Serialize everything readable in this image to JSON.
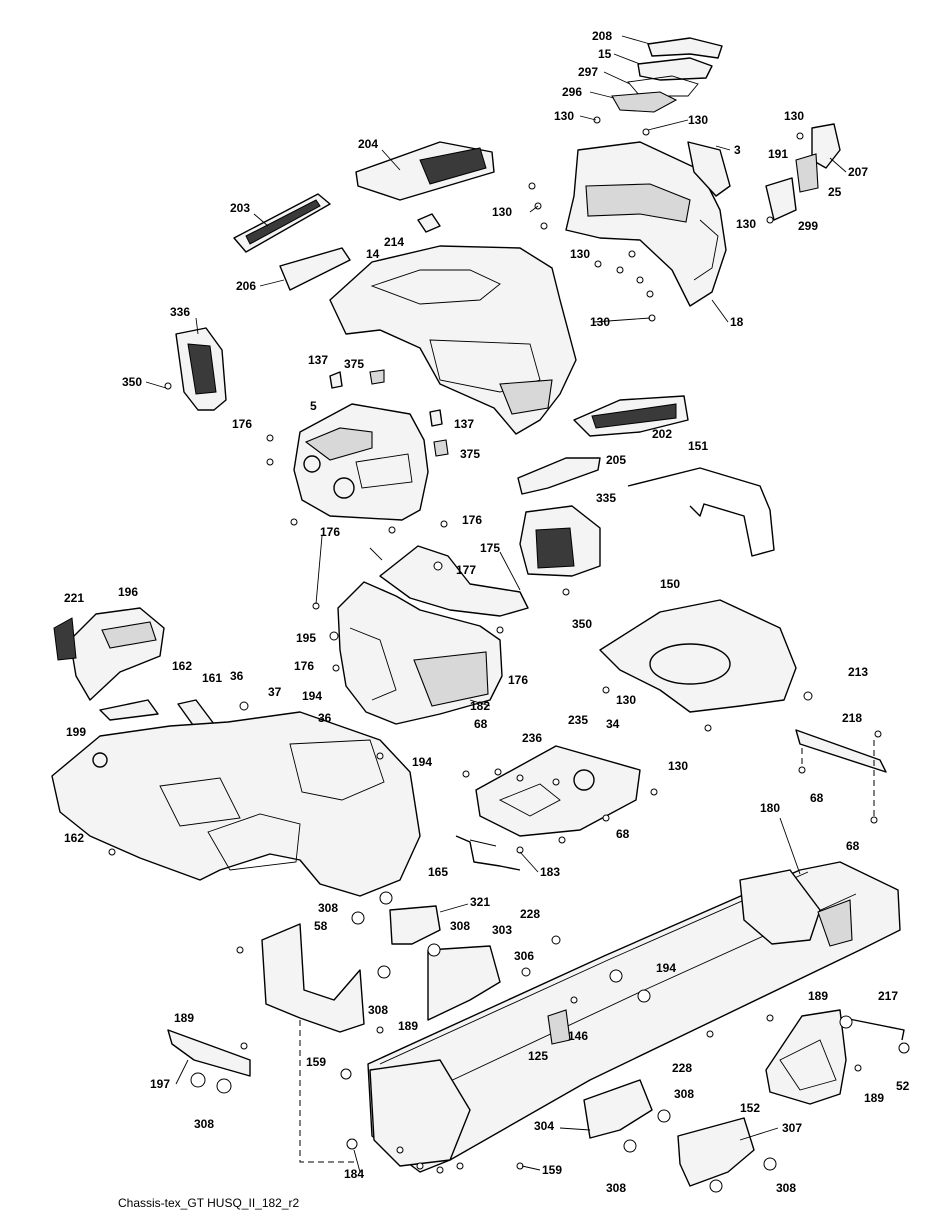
{
  "diagram": {
    "caption": "Chassis-tex_GT HUSQ_II_182_r2",
    "callouts": {
      "c208": "208",
      "c15": "15",
      "c297": "297",
      "c296": "296",
      "c130a": "130",
      "c130b": "130",
      "c130c": "130",
      "c130d": "130",
      "c130e": "130",
      "c130f": "130",
      "c130g": "130",
      "c130h": "130",
      "c130i": "130",
      "c3": "3",
      "c191": "191",
      "c207": "207",
      "c25": "25",
      "c299": "299",
      "c204": "204",
      "c203": "203",
      "c214": "214",
      "c14": "14",
      "c206": "206",
      "c18": "18",
      "c336": "336",
      "c350a": "350",
      "c350b": "350",
      "c137a": "137",
      "c137b": "137",
      "c375a": "375",
      "c375b": "375",
      "c5": "5",
      "c176a": "176",
      "c176b": "176",
      "c176c": "176",
      "c176d": "176",
      "c176e": "176",
      "c202": "202",
      "c205": "205",
      "c151": "151",
      "c335": "335",
      "c175": "175",
      "c177": "177",
      "c195": "195",
      "c182": "182",
      "c221": "221",
      "c196": "196",
      "c162a": "162",
      "c162b": "162",
      "c161": "161",
      "c199": "199",
      "c36a": "36",
      "c36b": "36",
      "c37": "37",
      "c194a": "194",
      "c194b": "194",
      "c194c": "194",
      "c150": "150",
      "c213": "213",
      "c218": "218",
      "c68a": "68",
      "c68b": "68",
      "c68c": "68",
      "c68d": "68",
      "c235": "235",
      "c34": "34",
      "c236": "236",
      "c165": "165",
      "c183": "183",
      "c180": "180",
      "c321": "321",
      "c308a": "308",
      "c308b": "308",
      "c308c": "308",
      "c308d": "308",
      "c308e": "308",
      "c308f": "308",
      "c308g": "308",
      "c58": "58",
      "c303": "303",
      "c228a": "228",
      "c228b": "228",
      "c306": "306",
      "c189a": "189",
      "c189b": "189",
      "c189c": "189",
      "c189d": "189",
      "c217": "217",
      "c125": "125",
      "c146": "146",
      "c197": "197",
      "c159a": "159",
      "c159b": "159",
      "c52": "52",
      "c152": "152",
      "c304": "304",
      "c307": "307",
      "c184": "184"
    }
  }
}
